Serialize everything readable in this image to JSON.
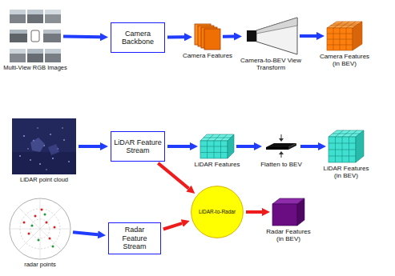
{
  "diagram": {
    "nodes": [
      {
        "text": [
          "Multi-View RGB Images"
        ]
      },
      {
        "text": [
          "Camera Backbone"
        ]
      },
      {
        "text": [
          "Camera Features"
        ]
      },
      {
        "text": [
          "Camera-to-BEV View Transform"
        ]
      },
      {
        "text": [
          "Camera Features (in BEV)"
        ]
      },
      {
        "text": [
          "LiDAR point cloud"
        ]
      },
      {
        "text": [
          "LiDAR Feature Stream"
        ]
      },
      {
        "text": [
          "LiDAR Features"
        ]
      },
      {
        "text": [
          "Flatten to BEV"
        ]
      },
      {
        "text": [
          "LiDAR Features (in BEV)"
        ]
      },
      {
        "text": [
          "LiDAR-to-Radar"
        ]
      },
      {
        "text": [
          "radar points"
        ]
      },
      {
        "text": [
          "Radar Feature Stream"
        ]
      },
      {
        "text": [
          "Radar Features (in BEV)"
        ]
      }
    ],
    "edges": [
      {
        "from": 0,
        "to": 1,
        "arrow": "to"
      },
      {
        "from": 1,
        "to": 2,
        "arrow": "to"
      },
      {
        "from": 2,
        "to": 3,
        "arrow": "to"
      },
      {
        "from": 3,
        "to": 4,
        "arrow": "to"
      },
      {
        "from": 5,
        "to": 6,
        "arrow": "to"
      },
      {
        "from": 6,
        "to": 7,
        "arrow": "to"
      },
      {
        "from": 7,
        "to": 8,
        "arrow": "to"
      },
      {
        "from": 8,
        "to": 9,
        "arrow": "to"
      },
      {
        "from": 6,
        "to": 10,
        "arrow": "to"
      },
      {
        "from": 11,
        "to": 12,
        "arrow": "to"
      },
      {
        "from": 12,
        "to": 10,
        "arrow": "to"
      },
      {
        "from": 10,
        "to": 13,
        "arrow": "to"
      }
    ]
  }
}
